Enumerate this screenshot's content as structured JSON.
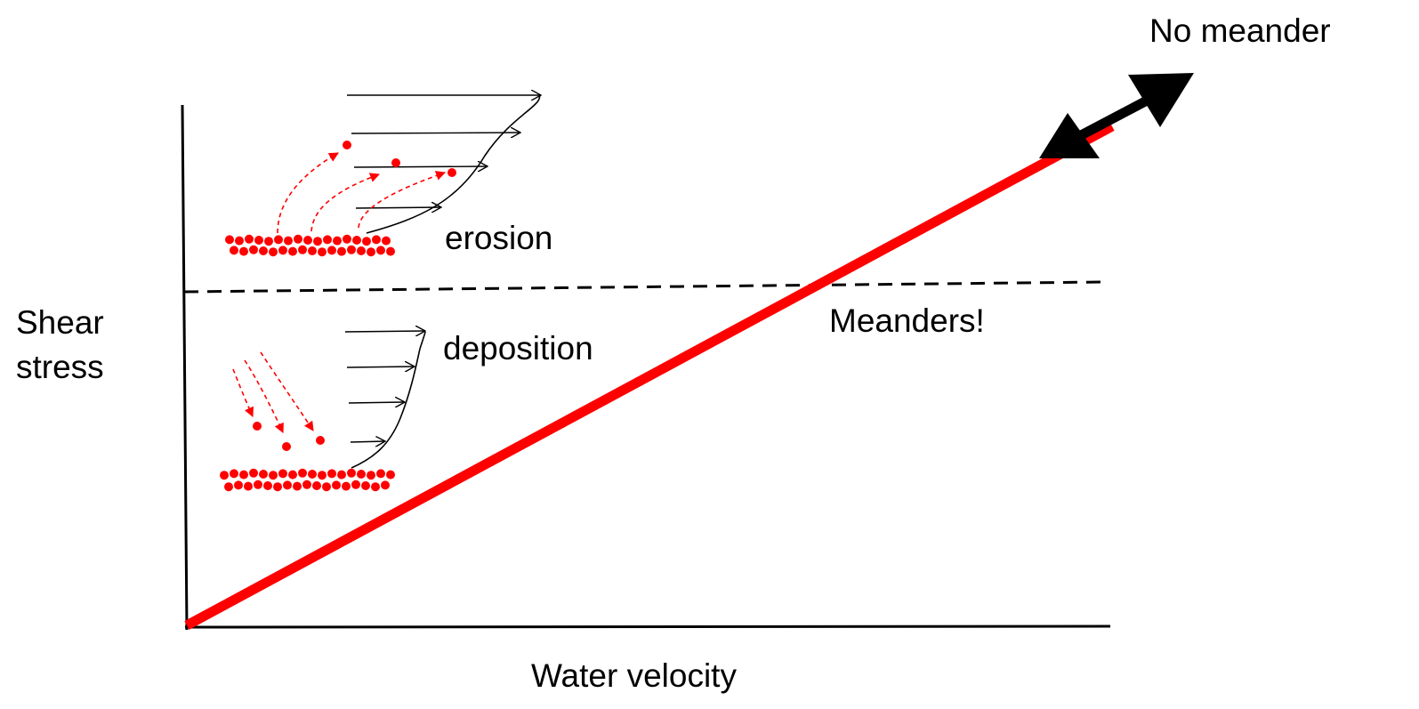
{
  "labels": {
    "y_axis_line1": "Shear",
    "y_axis_line2": "stress",
    "x_axis": "Water velocity",
    "erosion": "erosion",
    "deposition": "deposition",
    "meanders": "Meanders!",
    "no_meander": "No meander"
  },
  "colors": {
    "trend_line": "#ff0000",
    "sediment": "#ff0000",
    "axes": "#000000",
    "threshold_line": "#000000",
    "double_arrow": "#000000"
  }
}
